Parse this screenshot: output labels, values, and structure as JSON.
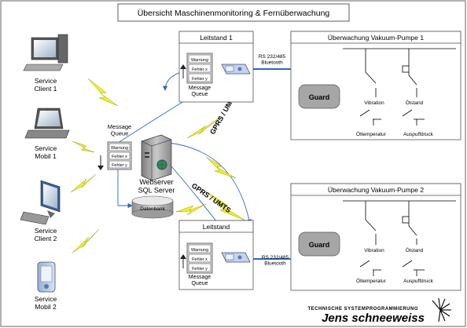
{
  "title": "Übersicht Maschinenmonitoring & Fernüberwachung",
  "devices": {
    "client1": "Service\nClient 1",
    "mobil1": "Service\nMobil 1",
    "client2": "Service\nClient 2",
    "mobil2": "Service\nMobil 2"
  },
  "server": {
    "queue_label": "Message\nQueue",
    "queue_items": [
      "Warnung",
      "Fehler x",
      "Fehler y"
    ],
    "label": "Webserver\nSQL Server",
    "db_label": "Datenbank"
  },
  "link_labels": [
    "GPRS / UMTS",
    "GPRS / UMTS"
  ],
  "stations": [
    {
      "title": "Leitstand 1",
      "queue_items": [
        "Warnung",
        "Fehler x",
        "Fehler y"
      ],
      "queue_label": "Message\nQueue",
      "connection_label": "RS 232/485\nBluetooth"
    },
    {
      "title": "Leitstand",
      "queue_items": [
        "Warnung",
        "Fehler x",
        "Fehler y"
      ],
      "queue_label": "Message\nQueue",
      "connection_label": "RS 232/485\nBluetooth"
    }
  ],
  "pumps": [
    {
      "title": "Überwachung Vakuum-Pumpe 1",
      "guard": "Guard",
      "sensors": [
        "Vibration",
        "Ölstand",
        "Öltemperatur",
        "Auspuffdruck"
      ]
    },
    {
      "title": "Überwachung Vakuum-Pumpe 2",
      "guard": "Guard",
      "sensors": [
        "Vibration",
        "Ölstand",
        "Öltemperatur",
        "Auspuffdruck"
      ]
    }
  ],
  "logo": {
    "tagline": "TECHNISCHE SYSTEMPROGRAMMIERUNG",
    "name": "Jens schneeweiss"
  },
  "colors": {
    "accent_blue": "#2f66c8",
    "lightning_yellow": "#f2ef1c",
    "guard_gray": "#a6a6a6",
    "frame": "#7f7f7f"
  }
}
